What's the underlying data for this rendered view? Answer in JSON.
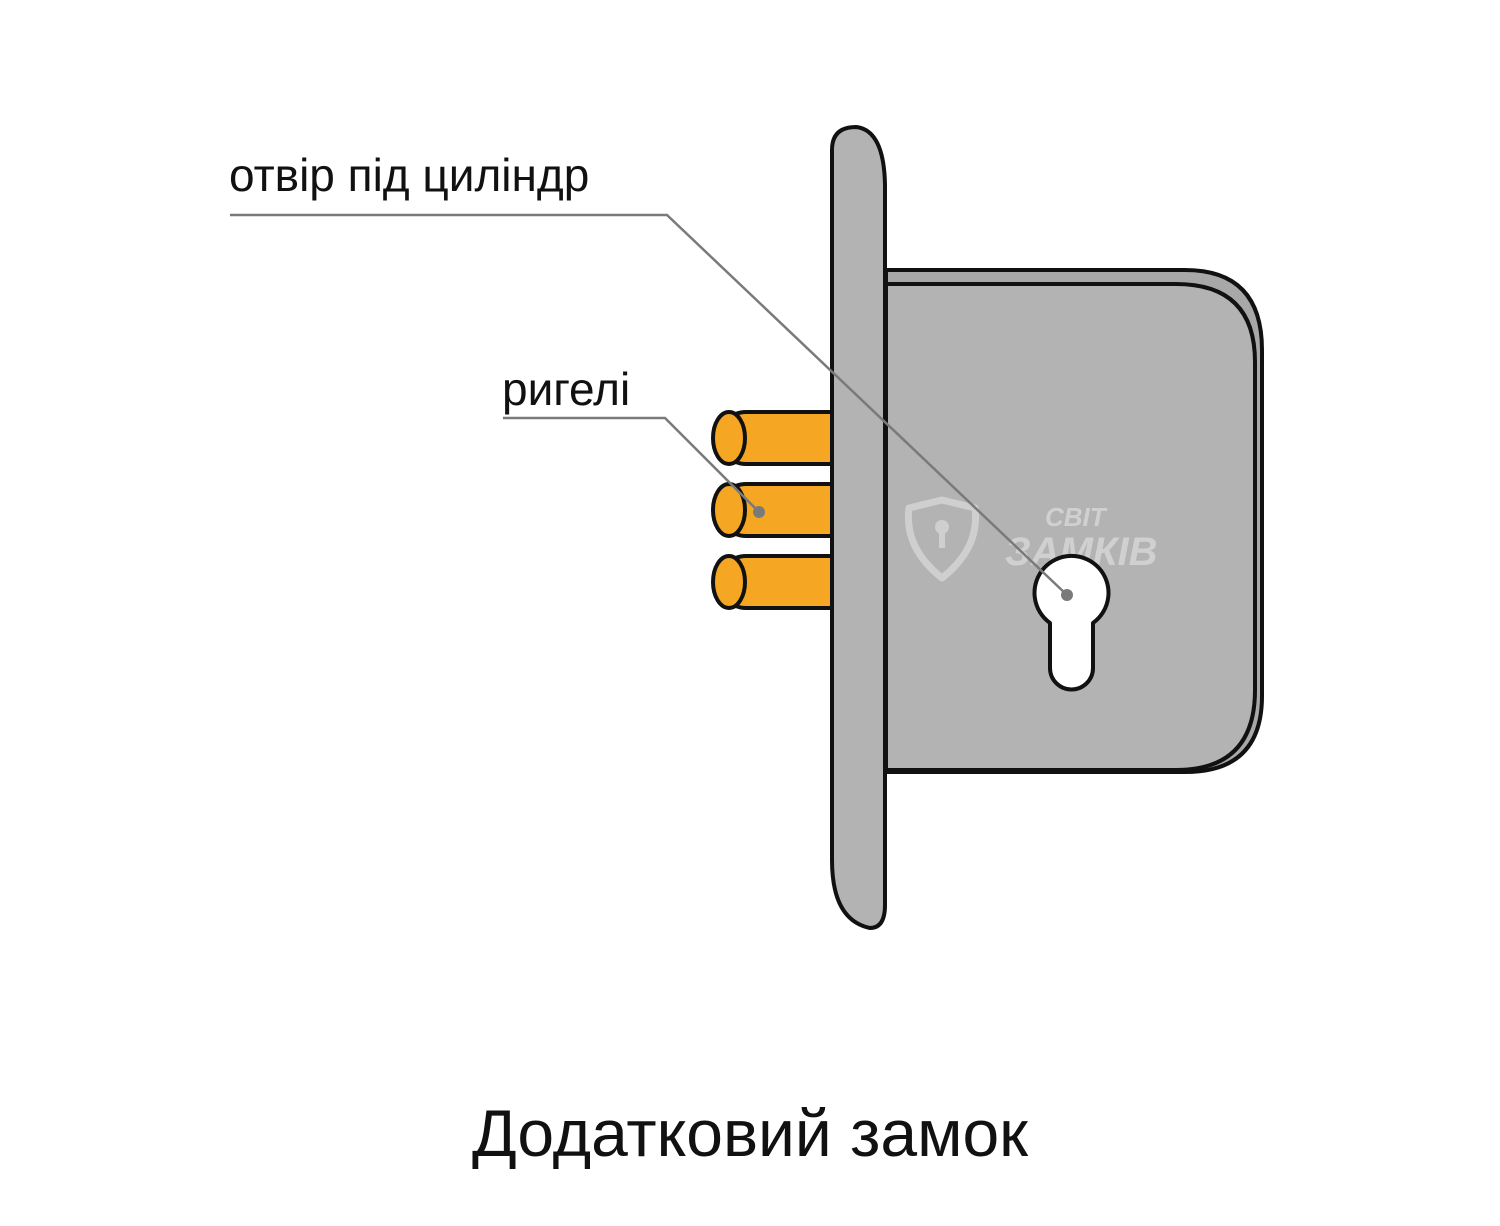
{
  "diagram": {
    "caption": "Додатковий замок",
    "callouts": {
      "cylinder_hole": "отвір під циліндр",
      "bolts": "ригелі"
    },
    "watermark": {
      "line1": "СВІТ",
      "line2": "ЗАМКІВ"
    },
    "bolt_count": 3,
    "colors": {
      "body": "#b3b3b3",
      "bolt": "#f5a623",
      "outline": "#111111",
      "leader": "#7a7a7a"
    },
    "icons": [
      "keyhole-shield-icon"
    ]
  }
}
